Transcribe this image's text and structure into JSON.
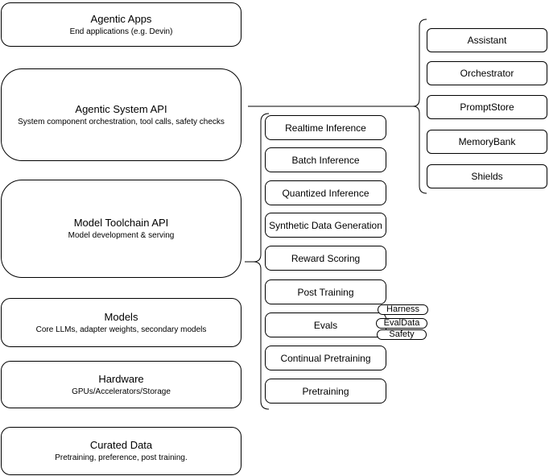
{
  "colors": {
    "stroke": "#000000",
    "canvas_background": "#ffffff",
    "shape_fill": "#ffffff",
    "text": "#000000"
  },
  "stack_boxes": [
    {
      "title": "Agentic Apps",
      "subtitle": "End applications (e.g. Devin)"
    },
    {
      "title": "Agentic System API",
      "subtitle": "System component orchestration, tool calls, safety checks"
    },
    {
      "title": "Model Toolchain API",
      "subtitle": "Model development & serving"
    },
    {
      "title": "Models",
      "subtitle": "Core LLMs, adapter weights, secondary models"
    },
    {
      "title": "Hardware",
      "subtitle": "GPUs/Accelerators/Storage"
    },
    {
      "title": "Curated Data",
      "subtitle": "Pretraining, preference, post training."
    }
  ],
  "toolchain_items": [
    "Realtime Inference",
    "Batch Inference",
    "Quantized Inference",
    "Synthetic Data Generation",
    "Reward Scoring",
    "Post Training",
    "Evals",
    "Continual Pretraining",
    "Pretraining"
  ],
  "eval_tags": [
    "Harness",
    "EvalData",
    "Safety"
  ],
  "system_components": [
    "Assistant",
    "Orchestrator",
    "PromptStore",
    "MemoryBank",
    "Shields"
  ]
}
